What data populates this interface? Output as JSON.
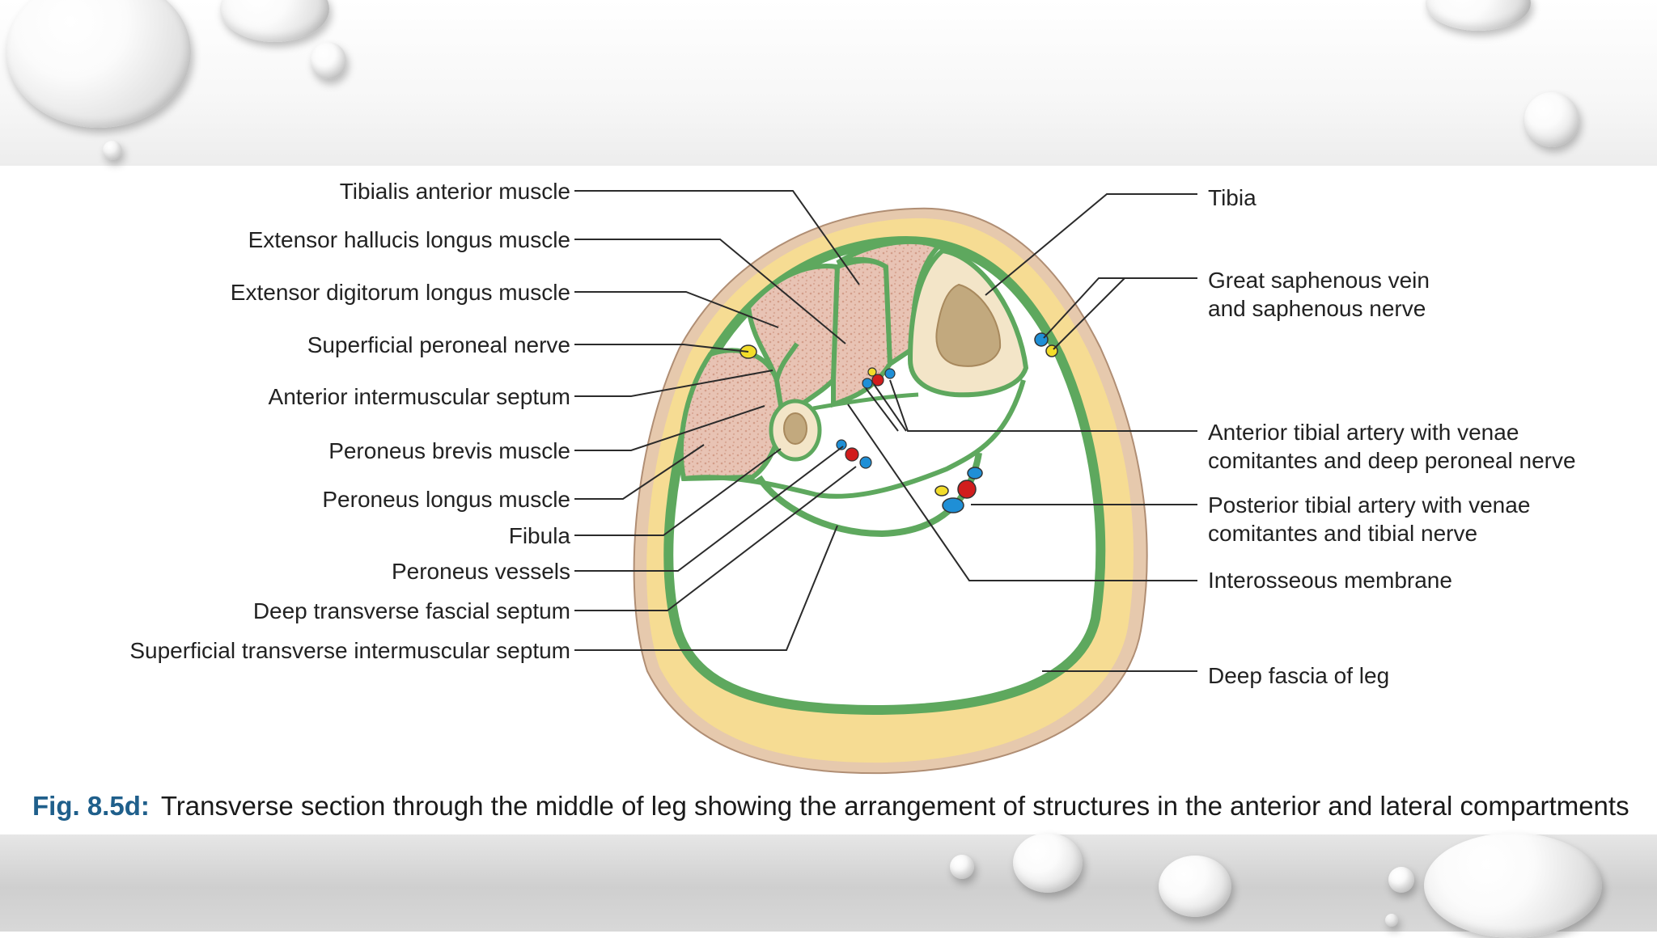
{
  "figure": {
    "labels_left": [
      "Tibialis anterior muscle",
      "Extensor hallucis longus muscle",
      "Extensor digitorum longus muscle",
      "Superficial peroneal nerve",
      "Anterior intermuscular septum",
      "Peroneus brevis muscle",
      "Peroneus longus muscle",
      "Fibula",
      "Peroneus vessels",
      "Deep transverse fascial septum",
      "Superficial transverse intermuscular septum"
    ],
    "labels_right": {
      "tibia": "Tibia",
      "great_saphenous": [
        "Great saphenous vein",
        "and saphenous nerve"
      ],
      "anterior_tibial": [
        "Anterior tibial artery with venae",
        "comitantes and deep peroneal nerve"
      ],
      "posterior_tibial": [
        "Posterior tibial artery with venae",
        "comitantes and tibial nerve"
      ],
      "interosseous": "Interosseous membrane",
      "deep_fascia": "Deep fascia of leg"
    },
    "caption_number": "Fig. 8.5d:",
    "caption_text": "Transverse section through the middle of leg showing the arrangement of structures in the anterior and lateral compartments",
    "colors": {
      "skin": "#e6c9ad",
      "fat": "#f6dc93",
      "fascia": "#5ea85e",
      "muscle": "#e8c3b4",
      "bone_cortex": "#f3e5c8",
      "marrow": "#c2a97e",
      "artery": "#d11d1d",
      "vein": "#1f8fd6",
      "nerve": "#f2dc2a",
      "caption_accent": "#1f5f8b"
    }
  }
}
